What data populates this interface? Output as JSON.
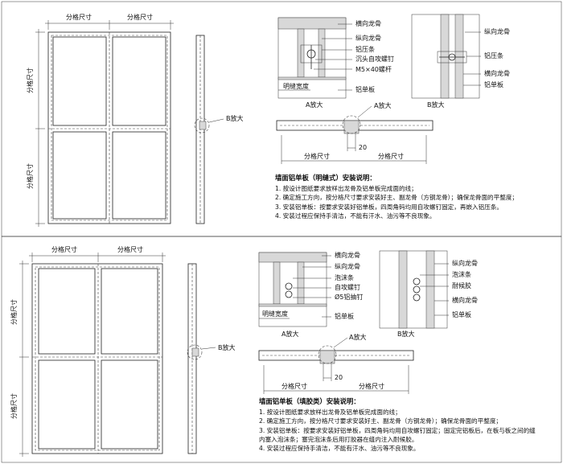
{
  "top": {
    "elevation": {
      "dim_top": "分格尺寸",
      "dim_top2": "分格尺寸",
      "dim_left_upper": "分格尺寸",
      "dim_left_lower": "分格尺寸"
    },
    "side_callout": "B放大",
    "detail_a": {
      "labels": [
        "横向龙骨",
        "纵向龙骨",
        "铝压条",
        "沉头自攻螺钉",
        "M5×40螺杆",
        "铝单板"
      ],
      "width_label": "明缝宽度",
      "caption": "A放大"
    },
    "detail_b": {
      "labels": [
        "纵向龙骨",
        "铝压条",
        "横向龙骨",
        "铝单板"
      ],
      "caption": "B放大"
    },
    "section": {
      "callout_a": "A放大",
      "gap": "20",
      "dim_left": "分格尺寸",
      "dim_right": "分格尺寸"
    },
    "notes": {
      "title": "墙面铝单板（明缝式）安装说明：",
      "items": [
        "1. 按设计图纸要求放样出龙骨及铝单板完成面的线；",
        "2. 确定施工方向，按分格尺寸要求安装好主、副龙骨（方钢龙骨）；确保龙骨面的平整度；",
        "3. 安装铝单板：按要求安装好铝单板，四周角码均用自攻螺钉固定，再嵌入铝压条。",
        "4. 安装过程应保持手清洁，不能有汗水、油污等不良现象。"
      ]
    }
  },
  "bottom": {
    "elevation": {
      "dim_top": "分格尺寸",
      "dim_top2": "分格尺寸",
      "dim_left_upper": "分格尺寸",
      "dim_left_lower": "分格尺寸"
    },
    "side_callout": "B放大",
    "detail_a": {
      "labels": [
        "横向龙骨",
        "纵向龙骨",
        "泡沫条",
        "自攻螺钉",
        "Ø5铝抽钉",
        "铝单板"
      ],
      "width_label": "明缝宽度",
      "caption": "A放大"
    },
    "detail_b": {
      "labels": [
        "纵向龙骨",
        "泡沫条",
        "耐候胶",
        "横向龙骨",
        "铝单板"
      ],
      "caption": "B放大"
    },
    "section": {
      "callout_a": "A放大",
      "gap": "20",
      "dim_left": "分格尺寸",
      "dim_right": "分格尺寸"
    },
    "notes": {
      "title": "墙面铝单板（填胶类）安装说明：",
      "items": [
        "1. 按设计图纸要求放样出龙骨及铝单板完成面的线；",
        "2. 确定施工方向，按分格尺寸要求安装好主、副龙骨（方钢龙骨）；确保龙骨面的平整度；",
        "3. 安装铝单板：按要求安装好铝单板，四周角码均用自攻螺钉固定；固定完铝板后，在板与板之间的缝",
        "   内塞入泡沫条；塞完泡沫条后用打胶器在缝内注入耐候胶。",
        "4. 安装过程应保持手清洁，不能有汗水、油污等不良现象。"
      ]
    }
  }
}
